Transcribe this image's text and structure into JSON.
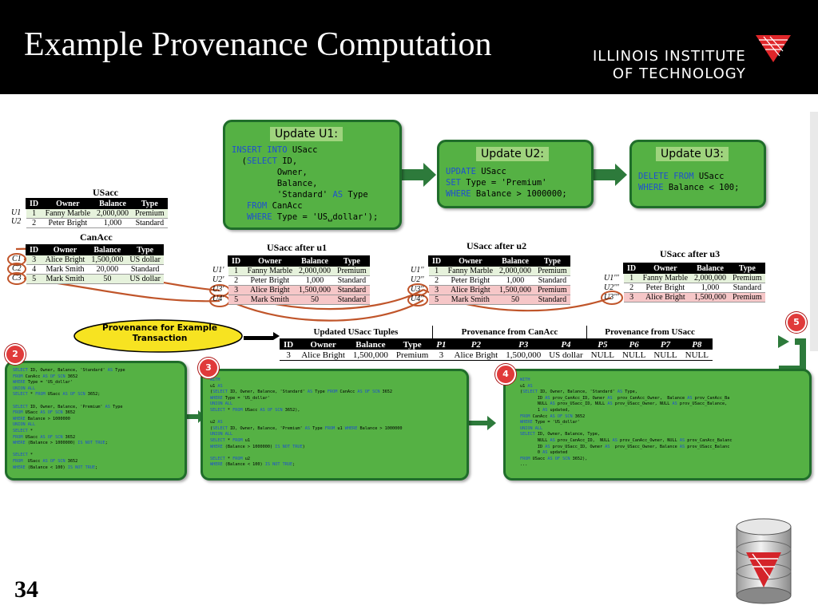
{
  "header": {
    "title": "Example Provenance Computation",
    "logo_line1": "ILLINOIS INSTITUTE",
    "logo_line2": "OF TECHNOLOGY"
  },
  "slide_number": "34",
  "colors": {
    "box_green": "#55b144",
    "box_border": "#1f6d2a",
    "highlight_row": "#f6c7c8",
    "keyword_blue": "#1f4fd0",
    "arrow_green": "#2d7a3b",
    "link_red": "#c0552a"
  },
  "updates": [
    {
      "title": "Update U1:"
    },
    {
      "title": "Update U2:"
    },
    {
      "title": "Update U3:"
    }
  ],
  "usacc": {
    "title": "USacc",
    "headers": [
      "ID",
      "Owner",
      "Balance",
      "Type"
    ],
    "row_labels": [
      "U1",
      "U2"
    ],
    "rows": [
      [
        "1",
        "Fanny Marble",
        "2,000,000",
        "Premium"
      ],
      [
        "2",
        "Peter Bright",
        "1,000",
        "Standard"
      ]
    ]
  },
  "canacc": {
    "title": "CanAcc",
    "headers": [
      "ID",
      "Owner",
      "Balance",
      "Type"
    ],
    "row_labels": [
      "C1",
      "C2",
      "C3"
    ],
    "rows": [
      [
        "3",
        "Alice Bright",
        "1,500,000",
        "US dollar"
      ],
      [
        "4",
        "Mark Smith",
        "20,000",
        "Standard"
      ],
      [
        "5",
        "Mark Smith",
        "50",
        "US dollar"
      ]
    ]
  },
  "after_u1": {
    "title": "USacc after u1",
    "headers": [
      "ID",
      "Owner",
      "Balance",
      "Type"
    ],
    "row_labels": [
      "U1'",
      "U2'",
      "U3'",
      "U4'"
    ],
    "rows": [
      [
        "1",
        "Fanny Marble",
        "2,000,000",
        "Premium"
      ],
      [
        "2",
        "Peter Bright",
        "1,000",
        "Standard"
      ],
      [
        "3",
        "Alice Bright",
        "1,500,000",
        "Standard"
      ],
      [
        "5",
        "Mark Smith",
        "50",
        "Standard"
      ]
    ]
  },
  "after_u2": {
    "title": "USacc after u2",
    "headers": [
      "ID",
      "Owner",
      "Balance",
      "Type"
    ],
    "row_labels": [
      "U1''",
      "U2''",
      "U3''",
      "U4''"
    ],
    "rows": [
      [
        "1",
        "Fanny Marble",
        "2,000,000",
        "Premium"
      ],
      [
        "2",
        "Peter Bright",
        "1,000",
        "Standard"
      ],
      [
        "3",
        "Alice Bright",
        "1,500,000",
        "Premium"
      ],
      [
        "5",
        "Mark Smith",
        "50",
        "Standard"
      ]
    ]
  },
  "after_u3": {
    "title": "USacc after u3",
    "headers": [
      "ID",
      "Owner",
      "Balance",
      "Type"
    ],
    "row_labels": [
      "U1'''",
      "U2'''",
      "U3'''"
    ],
    "rows": [
      [
        "1",
        "Fanny Marble",
        "2,000,000",
        "Premium"
      ],
      [
        "2",
        "Peter Bright",
        "1,000",
        "Standard"
      ],
      [
        "3",
        "Alice Bright",
        "1,500,000",
        "Premium"
      ]
    ]
  },
  "callout": {
    "line1": "Provenance for Example",
    "line2": "Transaction"
  },
  "provenance": {
    "groups": [
      "Updated USacc Tuples",
      "Provenance from CanAcc",
      "Provenance from USacc"
    ],
    "headers": [
      "ID",
      "Owner",
      "Balance",
      "Type",
      "P1",
      "P2",
      "P3",
      "P4",
      "P5",
      "P6",
      "P7",
      "P8"
    ],
    "row": [
      "3",
      "Alice Bright",
      "1,500,000",
      "Premium",
      "3",
      "Alice Bright",
      "1,500,000",
      "US dollar",
      "NULL",
      "NULL",
      "NULL",
      "NULL"
    ]
  },
  "badges": [
    "2",
    "3",
    "4",
    "5"
  ]
}
